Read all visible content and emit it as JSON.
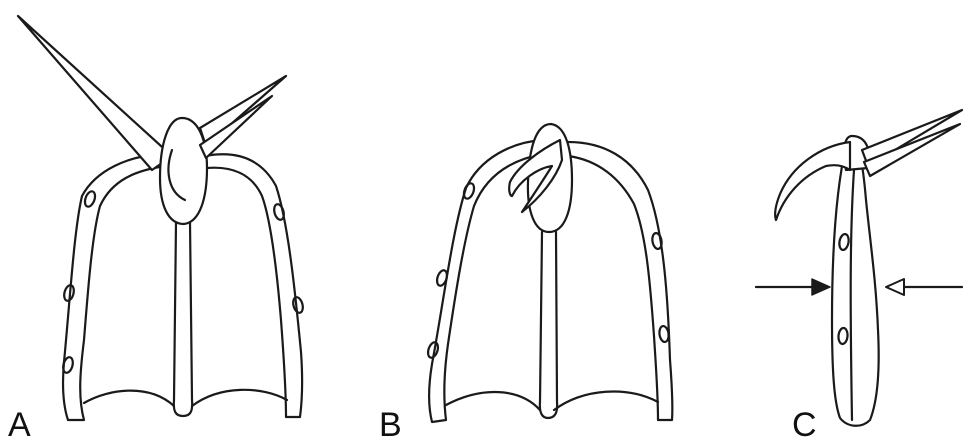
{
  "figure": {
    "panels": [
      {
        "id": "A",
        "label": "A"
      },
      {
        "id": "B",
        "label": "B"
      },
      {
        "id": "C",
        "label": "C"
      }
    ],
    "arrows": [
      {
        "panel": "C",
        "side": "left",
        "head": "filled"
      },
      {
        "panel": "C",
        "side": "right",
        "head": "open"
      }
    ],
    "colors": {
      "line": "#1a1a1a",
      "background": "#ffffff"
    }
  }
}
